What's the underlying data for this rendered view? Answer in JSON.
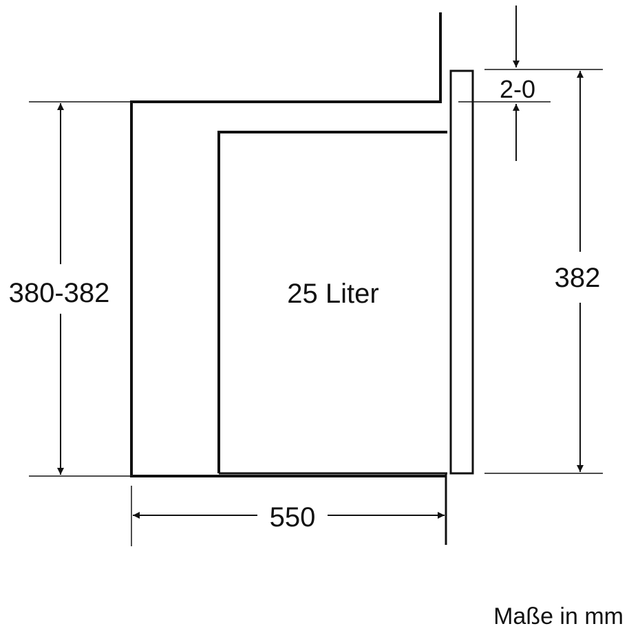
{
  "labels": {
    "height_cavity": "380-382",
    "height_device": "382",
    "width": "550",
    "gap": "2-0",
    "volume": "25 Liter",
    "units": "Maße in mm"
  },
  "colors": {
    "line": "#111111",
    "background": "#ffffff"
  }
}
